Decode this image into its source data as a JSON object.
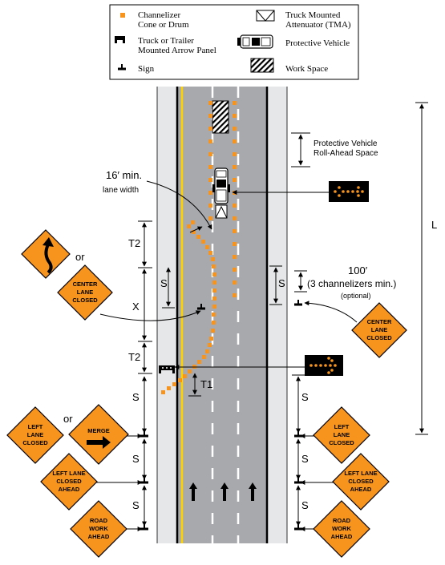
{
  "legend": {
    "cone_label_1": "Channelizer",
    "cone_label_2": "Cone or Drum",
    "arrow_panel_label_1": "Truck or Trailer",
    "arrow_panel_label_2": "Mounted Arrow Panel",
    "sign_label": "Sign",
    "tma_label_1": "Truck Mounted",
    "tma_label_2": "Attenuator (TMA)",
    "protective_vehicle_label": "Protective Vehicle",
    "work_space_label": "Work Space"
  },
  "annotations": {
    "roll_ahead_1": "Protective Vehicle",
    "roll_ahead_2": "Roll-Ahead Space",
    "lane_width_1": "16′ min.",
    "lane_width_2": "lane width",
    "hundred_1": "100′",
    "hundred_2": "(3 channelizers min.)",
    "hundred_3": "(optional)",
    "or_top": "or",
    "or_bottom": "or"
  },
  "dimensions": {
    "L": "L",
    "T2_top": "T2",
    "T2_bottom": "T2",
    "X": "X",
    "T1": "T1",
    "S_left_taper": "S",
    "S_right_taper": "S",
    "S_left_1": "S",
    "S_left_2": "S",
    "S_left_3": "S",
    "S_right_1": "S",
    "S_right_2": "S",
    "S_right_3": "S"
  },
  "signs": {
    "center_lane_closed_left": [
      "CENTER",
      "LANE",
      "CLOSED"
    ],
    "center_lane_closed_right": [
      "CENTER",
      "LANE",
      "CLOSED"
    ],
    "left_lane_closed_left": [
      "LEFT",
      "LANE",
      "CLOSED"
    ],
    "merge": "MERGE",
    "left_lane_closed_ahead_left": [
      "LEFT LANE",
      "CLOSED",
      "AHEAD"
    ],
    "road_work_ahead_left": [
      "ROAD",
      "WORK",
      "AHEAD"
    ],
    "left_lane_closed_right": [
      "LEFT",
      "LANE",
      "CLOSED"
    ],
    "left_lane_closed_ahead_right": [
      "LEFT LANE",
      "CLOSED",
      "AHEAD"
    ],
    "road_work_ahead_right": [
      "ROAD",
      "WORK",
      "AHEAD"
    ]
  },
  "colors": {
    "sign_orange": "#f7941d",
    "road_gray": "#a7a9ac",
    "shoulder_gray": "#e6e7e8",
    "edge_line_yellow": "#ffd200",
    "arrow_panel_light": "#f7941d"
  }
}
